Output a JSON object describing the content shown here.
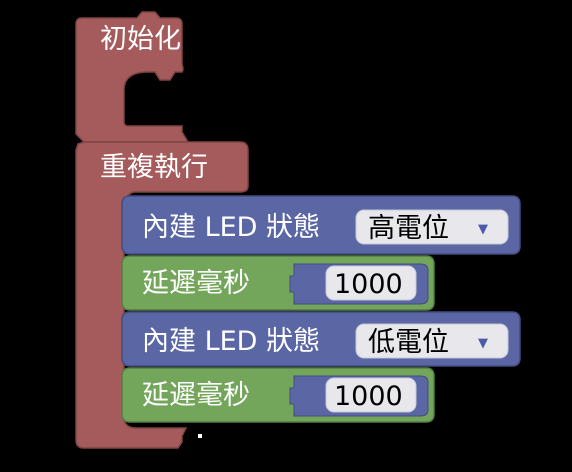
{
  "blocks": {
    "init": {
      "label": "初始化",
      "color": "#a55b5b"
    },
    "loop": {
      "label": "重複執行",
      "color": "#a55b5b"
    },
    "led_high": {
      "label": "內建 LED 狀態",
      "dropdown_value": "高電位",
      "color": "#5b67a5"
    },
    "delay_1": {
      "label": "延遲毫秒",
      "value": "1000",
      "color": "#73a55b"
    },
    "led_low": {
      "label": "內建 LED 狀態",
      "dropdown_value": "低電位",
      "color": "#5b67a5"
    },
    "delay_2": {
      "label": "延遲毫秒",
      "value": "1000",
      "color": "#73a55b"
    }
  },
  "icons": {
    "dropdown": "chevron-down-icon"
  }
}
